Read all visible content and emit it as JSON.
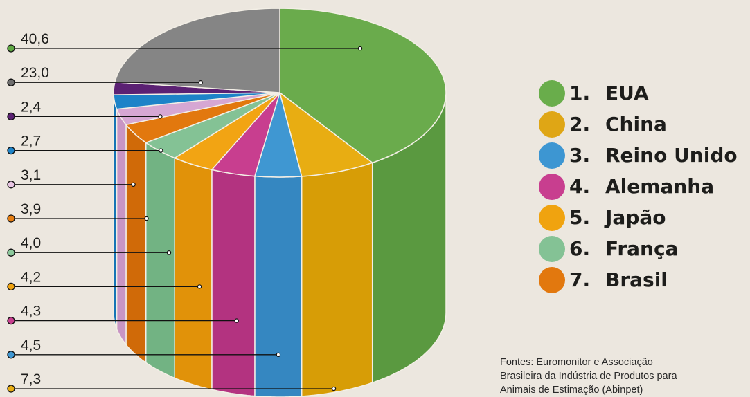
{
  "chart_data": {
    "type": "pie",
    "style": "3d-cylinder",
    "slices": [
      {
        "label": "40,6",
        "value": 40.6,
        "color": "#6aab4c",
        "side": "#5a9940"
      },
      {
        "label": "7,3",
        "value": 7.3,
        "color": "#e8ad12",
        "side": "#d79d06"
      },
      {
        "label": "4,5",
        "value": 4.5,
        "color": "#3f97d2",
        "side": "#3587c1"
      },
      {
        "label": "4,3",
        "value": 4.3,
        "color": "#c83e8f",
        "side": "#b33380"
      },
      {
        "label": "4,2",
        "value": 4.2,
        "color": "#f2a413",
        "side": "#e19209"
      },
      {
        "label": "4,0",
        "value": 4.0,
        "color": "#84c295",
        "side": "#72b383"
      },
      {
        "label": "3,9",
        "value": 3.9,
        "color": "#e2780e",
        "side": "#d06a08"
      },
      {
        "label": "3,1",
        "value": 3.1,
        "color": "#d6a7d3",
        "side": "#c895c4"
      },
      {
        "label": "2,7",
        "value": 2.7,
        "color": "#1d83c8",
        "side": "#1675b6"
      },
      {
        "label": "2,4",
        "value": 2.4,
        "color": "#5b2173",
        "side": "#4c1862"
      },
      {
        "label": "23,0",
        "value": 23.0,
        "color": "#858585",
        "side": "#767676"
      }
    ],
    "label_order": [
      "40,6",
      "23,0",
      "2,4",
      "2,7",
      "3,1",
      "3,9",
      "4,0",
      "4,2",
      "4,3",
      "4,5",
      "7,3"
    ],
    "label_dot_colors": {
      "40,6": "#5fa843",
      "23,0": "#6e6e6e",
      "2,4": "#5b2173",
      "2,7": "#1d83c8",
      "3,1": "#e9c6e4",
      "3,9": "#e67e12",
      "4,0": "#8cc99c",
      "4,2": "#f0a30f",
      "4,3": "#c83e8f",
      "4,5": "#3f97d2",
      "7,3": "#e8ad12"
    }
  },
  "legend": [
    {
      "number": "1.",
      "name": "EUA",
      "color": "#69ad4b"
    },
    {
      "number": "2.",
      "name": "China",
      "color": "#dfa615"
    },
    {
      "number": "3.",
      "name": "Reino Unido",
      "color": "#3d96d2"
    },
    {
      "number": "4.",
      "name": "Alemanha",
      "color": "#c83e8f"
    },
    {
      "number": "5.",
      "name": "Japão",
      "color": "#f0a30f"
    },
    {
      "number": "6.",
      "name": "França",
      "color": "#84c295"
    },
    {
      "number": "7.",
      "name": "Brasil",
      "color": "#e2780e"
    }
  ],
  "source": {
    "line1": "Fontes: Euromonitor e Associação",
    "line2": "Brasileira da Indústria de Produtos para",
    "line3": "Animais de Estimação (Abinpet)"
  }
}
